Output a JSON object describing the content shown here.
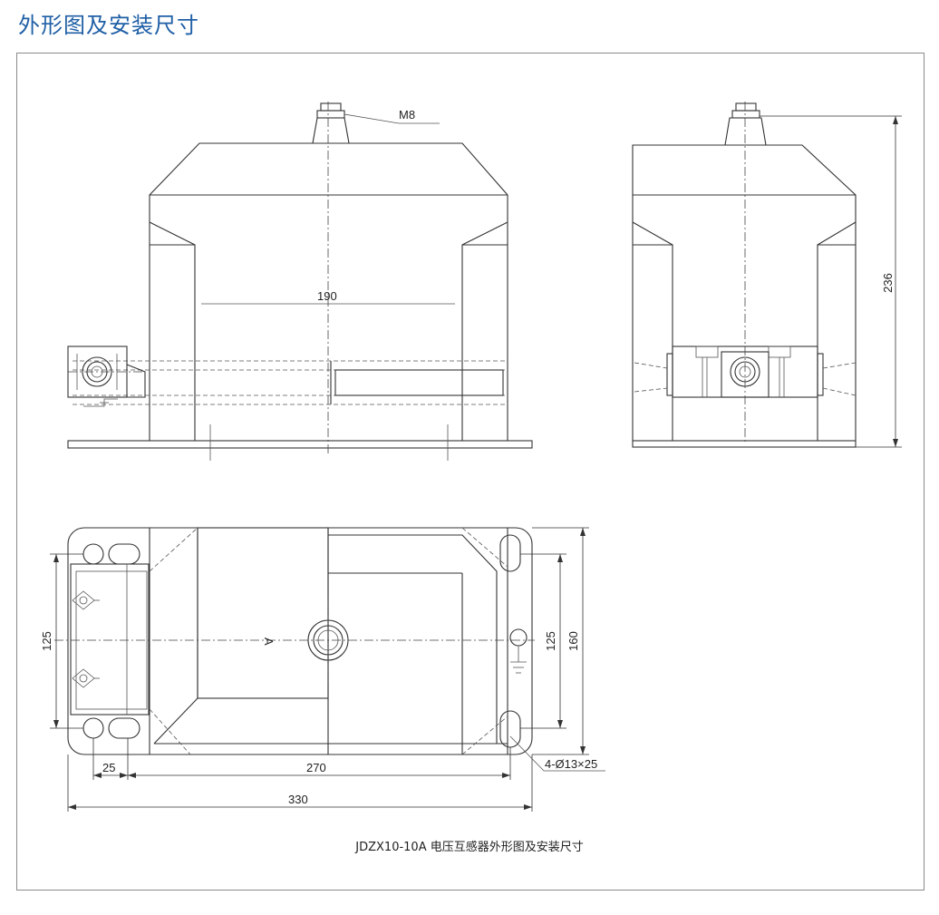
{
  "page": {
    "title": "外形图及安装尺寸"
  },
  "drawing": {
    "caption": "JDZX10-10A 电压互感器外形图及安装尺寸",
    "labels": {
      "thread": "M8",
      "width_190": "190",
      "height_236": "236",
      "hole_spacing_125_left": "125",
      "hole_spacing_125_right": "125",
      "depth_160": "160",
      "offset_25": "25",
      "hole_spacing_270": "270",
      "overall_330": "330",
      "view_a": "A",
      "mounting_holes": "4-Ø13×25"
    }
  }
}
